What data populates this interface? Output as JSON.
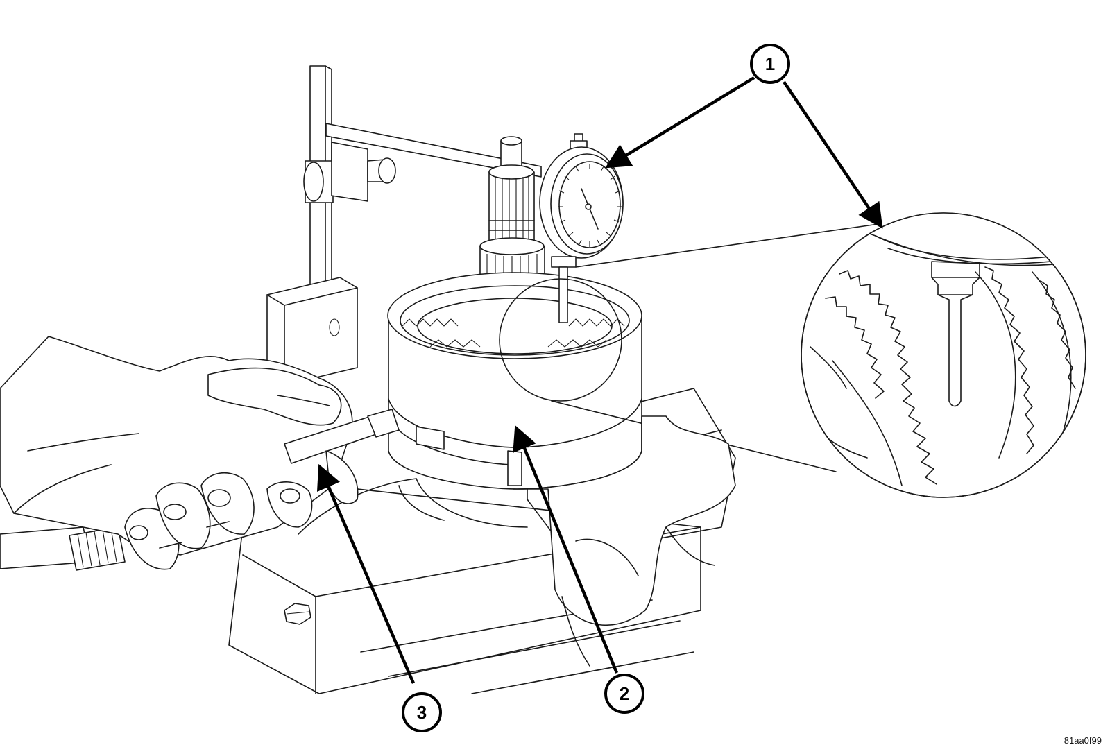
{
  "callouts": [
    {
      "label": "1",
      "part": "dial-indicator"
    },
    {
      "label": "2",
      "part": "input-clutch-hub"
    },
    {
      "label": "3",
      "part": "air-nozzle"
    }
  ],
  "figure_id": "81aa0f99",
  "colors": {
    "line": "#1a1a1a",
    "background": "#ffffff"
  }
}
